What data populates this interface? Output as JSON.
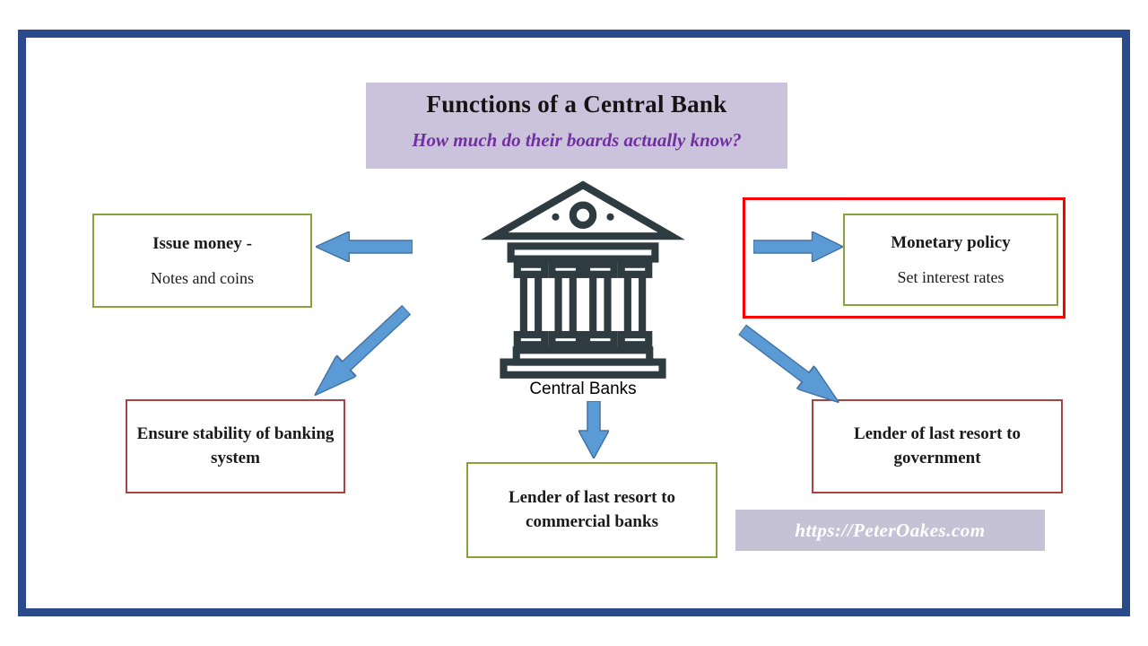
{
  "header": {
    "title": "Functions of a Central Bank",
    "subtitle": "How much do their boards actually know?"
  },
  "center": {
    "label": "Central Banks",
    "icon": "bank-building-icon"
  },
  "boxes": {
    "issue_money": {
      "title": "Issue money -",
      "body": "Notes and coins",
      "border": "green"
    },
    "monetary_policy": {
      "title": "Monetary policy",
      "body": "Set interest rates",
      "border": "green",
      "highlight_border": "red"
    },
    "stability": {
      "title": "Ensure stability of banking system",
      "border": "dark-red"
    },
    "lender_commercial": {
      "title": "Lender of last resort to commercial banks",
      "border": "green"
    },
    "lender_government": {
      "title": "Lender of last resort to government",
      "border": "dark-red"
    }
  },
  "footer": {
    "watermark": "https://PeterOakes.com"
  },
  "icons": {
    "arrows": [
      "arrow-left-icon",
      "arrow-right-icon",
      "arrow-down-icon",
      "arrow-down-left-icon",
      "arrow-down-right-icon"
    ]
  },
  "colors": {
    "frame_navy": "#2B4A8B",
    "lavender": "#CBC3DC",
    "subtitle_purple": "#7030A0",
    "green_border": "#87A33B",
    "red_border": "#FF0000",
    "dark_red_border": "#A84444",
    "arrow_blue": "#5B9BD5",
    "arrow_blue_edge": "#4472A4",
    "icon_ink": "#2E3B40",
    "footer_text": "#FFFFFF"
  }
}
